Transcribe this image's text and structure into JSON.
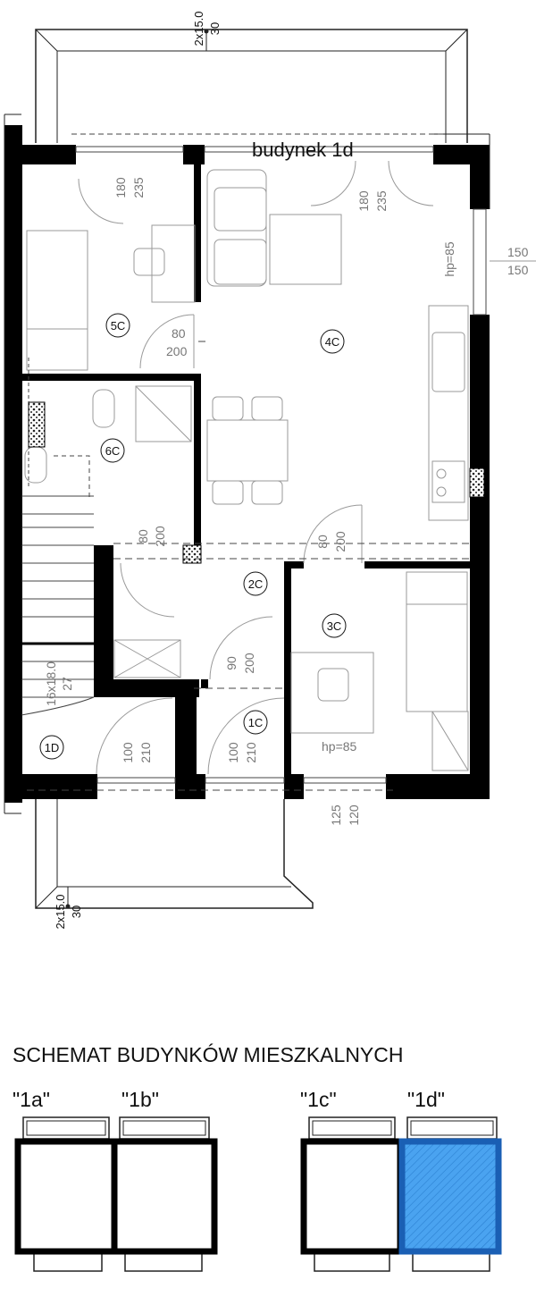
{
  "plan": {
    "building_label": "budynek 1d",
    "rooms": [
      "5C",
      "4C",
      "6C",
      "2C",
      "3C",
      "1C",
      "1D"
    ],
    "dims": {
      "top_balcony": [
        "2x15.0",
        "30"
      ],
      "bottom_balcony": [
        "2x15.0",
        "30"
      ],
      "win_top_left": [
        "180",
        "235"
      ],
      "win_top_right": [
        "180",
        "235"
      ],
      "win_right": [
        "150",
        "150"
      ],
      "hp_right": "hp=85",
      "door_5c": [
        "80",
        "200"
      ],
      "door_6c": [
        "80",
        "200"
      ],
      "door_3c": [
        "80",
        "200"
      ],
      "door_2c": [
        "90",
        "200"
      ],
      "door_1d": [
        "100",
        "210"
      ],
      "door_1c": [
        "100",
        "210"
      ],
      "hp_3c": "hp=85",
      "win_bottom": [
        "125",
        "120"
      ],
      "stairs": [
        "16x18.0",
        "27"
      ]
    }
  },
  "schema": {
    "title": "SCHEMAT BUDYNKÓW MIESZKALNYCH",
    "buildings": [
      "\"1a\"",
      "\"1b\"",
      "\"1c\"",
      "\"1d\""
    ],
    "highlight_color": "#4aa3f0",
    "highlight_border": "#1a5fb4"
  }
}
